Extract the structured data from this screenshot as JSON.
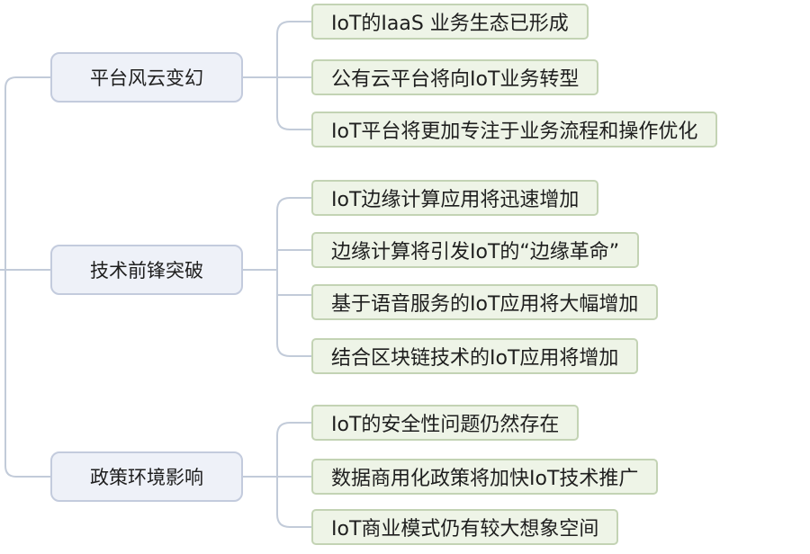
{
  "categories": [
    {
      "label": "平台风云变幻",
      "items": [
        "IoT的IaaS 业务生态已形成",
        "公有云平台将向IoT业务转型",
        "IoT平台将更加专注于业务流程和操作优化"
      ]
    },
    {
      "label": "技术前锋突破",
      "items": [
        "IoT边缘计算应用将迅速增加",
        "边缘计算将引发IoT的“边缘革命”",
        "基于语音服务的IoT应用将大幅增加",
        "结合区块链技术的IoT应用将增加"
      ]
    },
    {
      "label": "政策环境影响",
      "items": [
        "IoT的安全性问题仍然存在",
        "数据商用化政策将加快IoT技术推广",
        "IoT商业模式仍有较大想象空间"
      ]
    }
  ],
  "colors": {
    "connector": "#c2cbd9",
    "category_fill": "#eef1f8",
    "category_border": "#c3cbdd",
    "leaf_fill": "#eef4e7",
    "leaf_border": "#c3d3b4"
  }
}
